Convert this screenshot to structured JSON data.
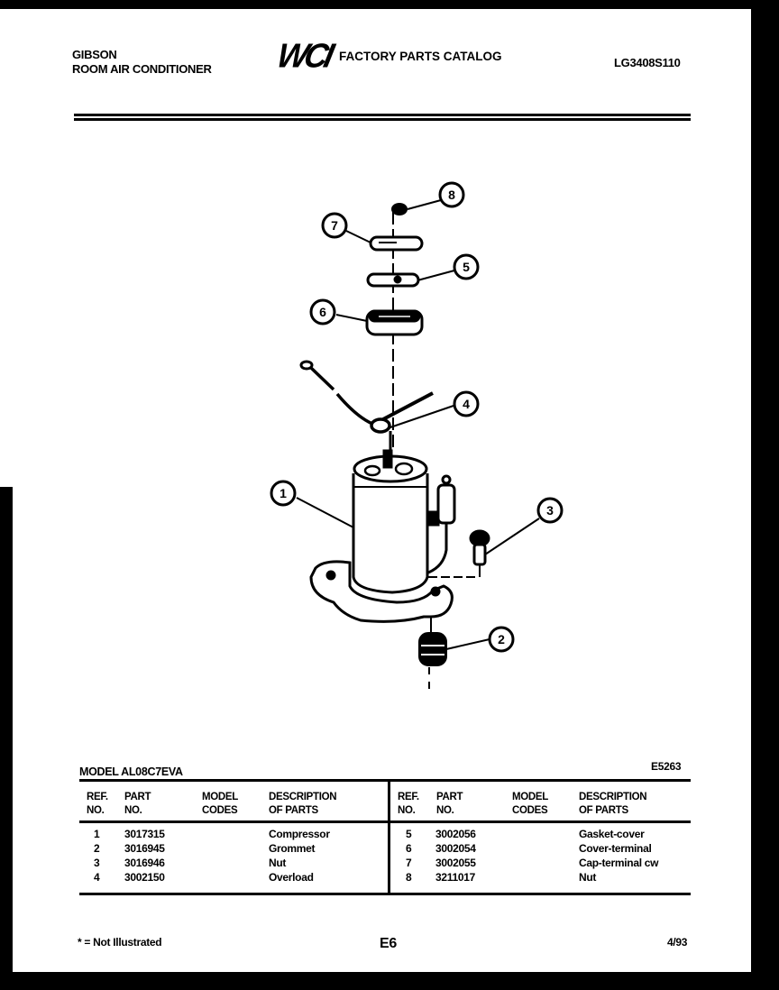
{
  "header": {
    "brand": "GIBSON",
    "product": "ROOM AIR CONDITIONER",
    "logo_mark": "WCI",
    "catalog_title": "FACTORY PARTS CATALOG",
    "catalog_code": "LG3408S110"
  },
  "diagram": {
    "callouts": [
      {
        "ref": "1",
        "part": "Compressor"
      },
      {
        "ref": "2",
        "part": "Grommet"
      },
      {
        "ref": "3",
        "part": "Nut"
      },
      {
        "ref": "4",
        "part": "Overload"
      },
      {
        "ref": "5",
        "part": "Gasket-cover"
      },
      {
        "ref": "6",
        "part": "Cover-terminal"
      },
      {
        "ref": "7",
        "part": "Cap-terminal cw"
      },
      {
        "ref": "8",
        "part": "Nut"
      }
    ]
  },
  "parts_table": {
    "model_label": "MODEL AL08C7EVA",
    "diagram_code": "E5263",
    "columns": [
      {
        "line1": "REF.",
        "line2": "NO."
      },
      {
        "line1": "PART",
        "line2": "NO."
      },
      {
        "line1": "MODEL",
        "line2": "CODES"
      },
      {
        "line1": "DESCRIPTION",
        "line2": "OF PARTS"
      }
    ],
    "left_rows": [
      {
        "ref": "1",
        "part_no": "3017315",
        "model_codes": "",
        "description": "Compressor"
      },
      {
        "ref": "2",
        "part_no": "3016945",
        "model_codes": "",
        "description": "Grommet"
      },
      {
        "ref": "3",
        "part_no": "3016946",
        "model_codes": "",
        "description": "Nut"
      },
      {
        "ref": "4",
        "part_no": "3002150",
        "model_codes": "",
        "description": "Overload"
      }
    ],
    "right_rows": [
      {
        "ref": "5",
        "part_no": "3002056",
        "model_codes": "",
        "description": "Gasket-cover"
      },
      {
        "ref": "6",
        "part_no": "3002054",
        "model_codes": "",
        "description": "Cover-terminal"
      },
      {
        "ref": "7",
        "part_no": "3002055",
        "model_codes": "",
        "description": "Cap-terminal cw"
      },
      {
        "ref": "8",
        "part_no": "3211017",
        "model_codes": "",
        "description": "Nut"
      }
    ]
  },
  "footer": {
    "legend": "* = Not Illustrated",
    "page": "E6",
    "date": "4/93"
  }
}
